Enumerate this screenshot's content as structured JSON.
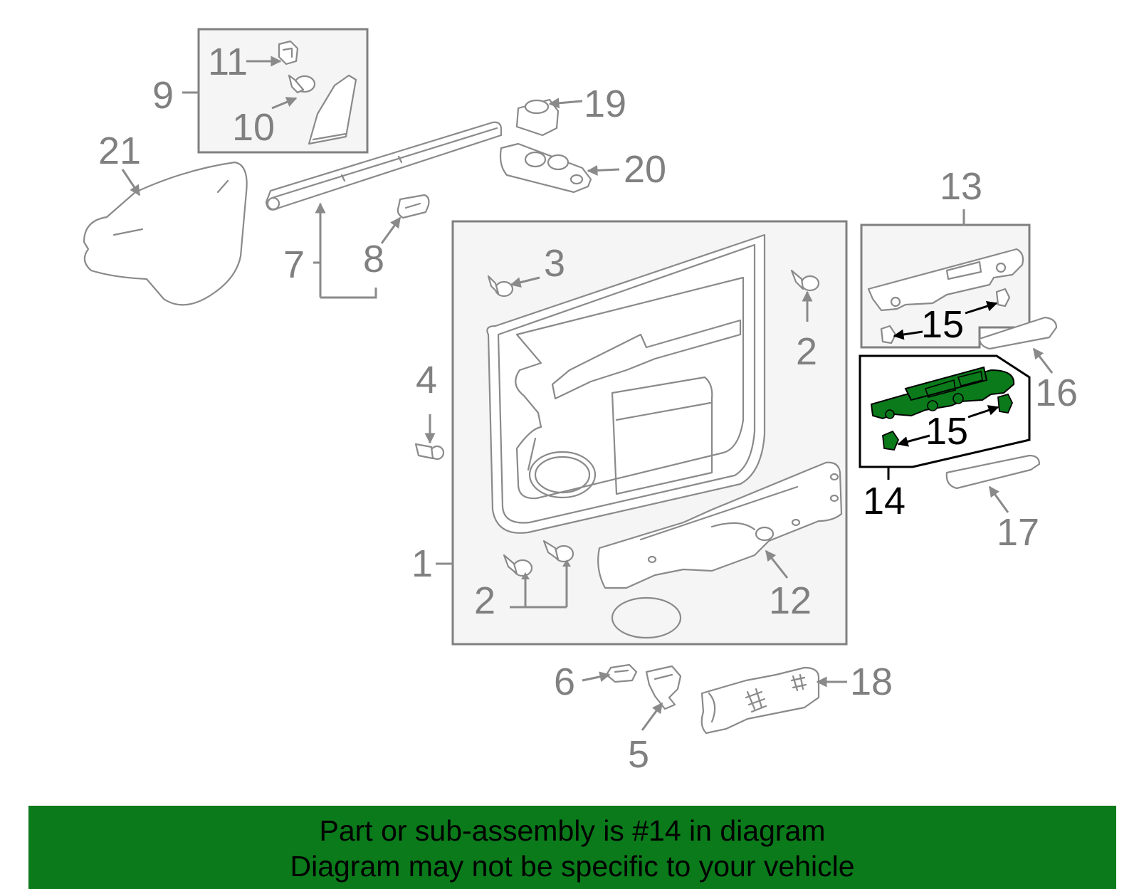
{
  "colors": {
    "banner_bg": "#0b7a1a",
    "highlight_part": "#0b7a1a",
    "label_gray": "#808080",
    "line_gray": "#8a8a8a"
  },
  "labels": {
    "l1": "1",
    "l2a": "2",
    "l2b": "2",
    "l3": "3",
    "l4": "4",
    "l5": "5",
    "l6": "6",
    "l7": "7",
    "l8": "8",
    "l9": "9",
    "l10": "10",
    "l11": "11",
    "l12": "12",
    "l13": "13",
    "l14": "14",
    "l15a": "15",
    "l15b": "15",
    "l16": "16",
    "l17": "17",
    "l18": "18",
    "l19": "19",
    "l20": "20",
    "l21": "21"
  },
  "highlighted_part": "14",
  "banner": {
    "line1": "Part or sub-assembly is #14 in diagram",
    "line2": "Diagram may not be specific to your vehicle"
  }
}
